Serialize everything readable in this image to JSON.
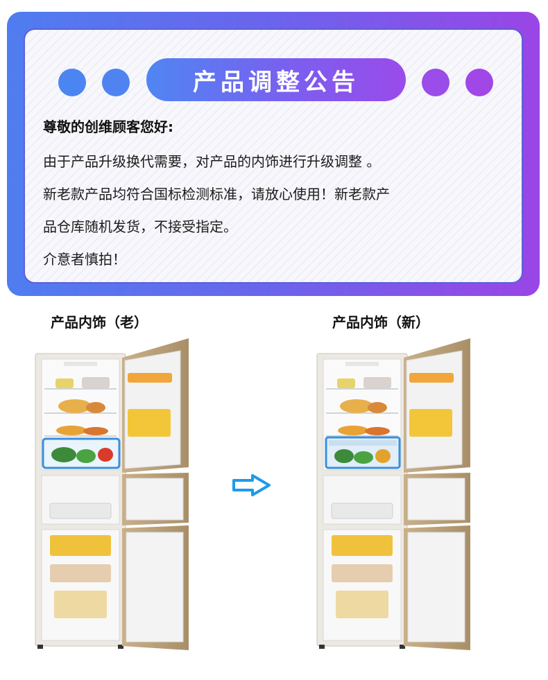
{
  "notice": {
    "title": "产品调整公告",
    "greeting": "尊敬的创维顾客您好:",
    "lines": [
      "由于产品升级换代需要，对产品的内饰进行升级调整 。",
      "新老款产品均符合国标检测标准，请放心使用！新老款产",
      "品仓库随机发货，不接受指定。",
      "介意者慎拍！"
    ],
    "dot_colors": [
      "#4b85f2",
      "#4f83f2",
      "#9a4de8",
      "#a146e7"
    ]
  },
  "comparison": {
    "old_label": "产品内饰（老）",
    "new_label": "产品内饰（新）",
    "arrow_color": "#1e9be8",
    "drawer_highlight_color": "#3a8fe0"
  }
}
